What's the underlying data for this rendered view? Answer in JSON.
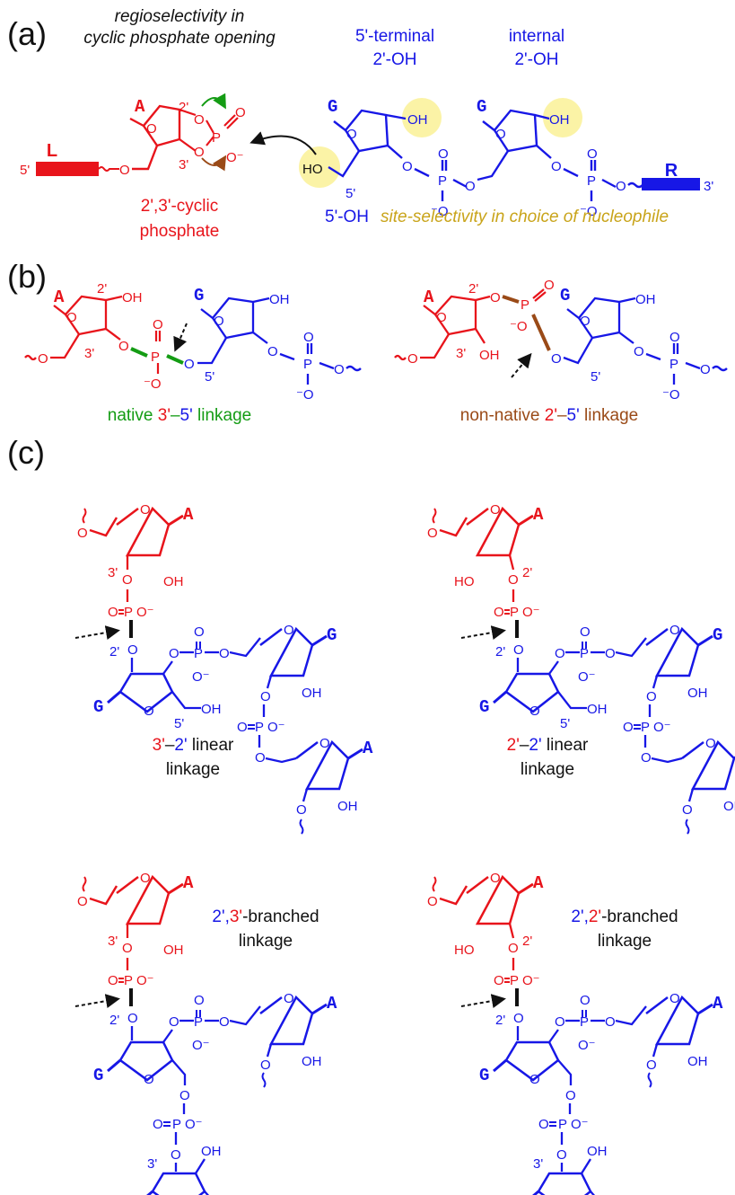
{
  "panels": {
    "a": "(a)",
    "b": "(b)",
    "c": "(c)"
  },
  "colors": {
    "red": "#e8141b",
    "blue": "#1717e6",
    "green": "#149c14",
    "brown": "#9a4a17",
    "gold": "#c9a41a",
    "highlight": "#fbf3a6"
  },
  "a": {
    "regio_line1": "regioselectivity in",
    "regio_line2": "cyclic phosphate opening",
    "left_label": "L",
    "right_label": "R",
    "five_prime": "5'",
    "three_prime": "3'",
    "terminal_line1": "5'-terminal",
    "terminal_line2": "2'-OH",
    "internal_line1": "internal",
    "internal_line2": "2'-OH",
    "cyclic_line1": "2',3'-cyclic",
    "cyclic_line2": "phosphate",
    "five_oh": "5'-OH",
    "site_selectivity": "site-selectivity in choice of nucleophile",
    "base_a": "A",
    "base_g": "G",
    "two_prime": "2'",
    "oh": "OH",
    "ho": "HO",
    "o": "O",
    "p": "P",
    "o_minus": "O⁻",
    "minus_o": "⁻O"
  },
  "b": {
    "native": "native 3'–5' linkage",
    "native_parts": [
      "native ",
      "3'",
      "–",
      "5'",
      " linkage"
    ],
    "nonnative_parts": [
      "non-native ",
      "2'",
      "–",
      "5'",
      " linkage"
    ]
  },
  "c": {
    "linear32": [
      "3'",
      "–",
      "2'",
      " linear",
      "linkage"
    ],
    "linear22": [
      "2'",
      "–",
      "2'",
      " linear",
      "linkage"
    ],
    "branched23": [
      "2'",
      ",",
      "3'",
      "-branched",
      "linkage"
    ],
    "branched22": [
      "2'",
      ",",
      "2'",
      "-branched",
      "linkage"
    ]
  }
}
